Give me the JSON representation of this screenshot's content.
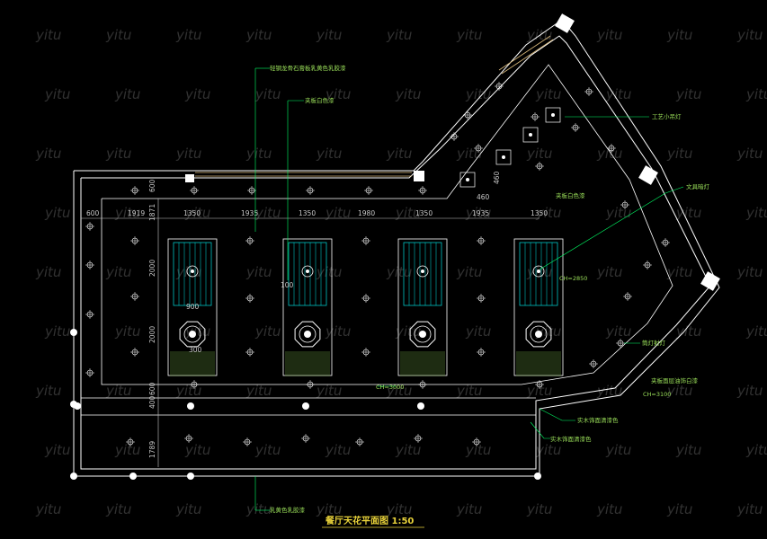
{
  "drawing": {
    "title": "餐厅天花平面图 1:50",
    "watermark": "yitu",
    "colors": {
      "background": "#000000",
      "wall": "#ffffff",
      "panel": "#00e0e0",
      "dimension": "#c8c8c8",
      "label": "#9be05a",
      "leader": "#00ff66",
      "title": "#e8d23a"
    }
  },
  "dimensions": {
    "top_row": [
      "600",
      "1919",
      "1350",
      "1935",
      "1350",
      "1980",
      "1350",
      "1935",
      "1350"
    ],
    "left_col": [
      "600",
      "1871",
      "2000",
      "2000",
      "600",
      "400",
      "1789"
    ],
    "diagonal": [
      "460",
      "460"
    ],
    "panel_widths": [
      "900",
      "300"
    ]
  },
  "annotations": {
    "label_1": "轻钢龙骨石膏板乳黄色乳胶漆",
    "label_2": "夹板白色漆",
    "label_3": "工艺小吊灯",
    "label_4": "夹板白色漆",
    "label_5": "文具暗灯",
    "label_6": "CH=2850",
    "label_7": "筒灯射灯",
    "label_8": "夹板面层油饰白漆",
    "label_9": "CH=3100",
    "label_10": "实木饰面清漆色",
    "label_11": "实木饰面清漆色",
    "label_12": "乳黄色乳胶漆",
    "label_13": "CH=3000",
    "label_14": "100"
  }
}
